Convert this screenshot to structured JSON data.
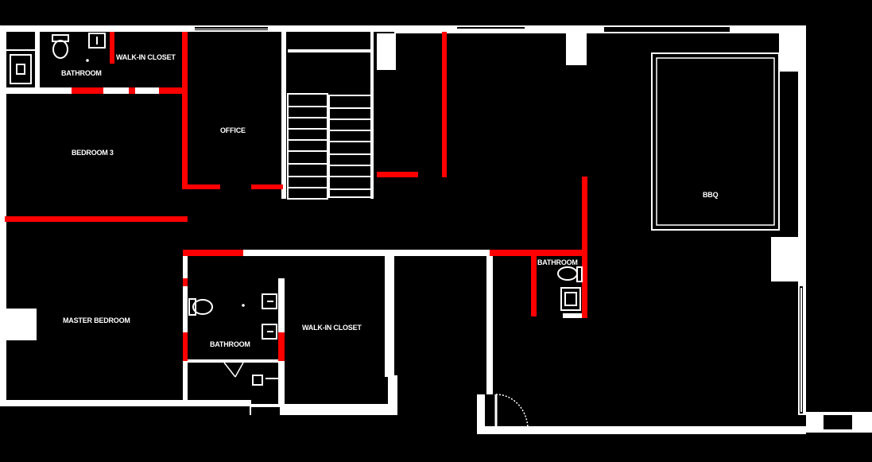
{
  "colors": {
    "background": "#000000",
    "wall": "#ffffff",
    "new_wall": "#ff0000",
    "label": "#ffffff"
  },
  "labels": {
    "bathroom_top": "BATHROOM",
    "walk_in_closet_top": "WALK-IN CLOSET",
    "office": "OFFICE",
    "bedroom_3": "BEDROOM 3",
    "bbq": "BBQ",
    "bathroom_right": "BATHROOM",
    "master_bedroom": "MASTER BEDROOM",
    "bathroom_master": "BATHROOM",
    "walk_in_closet_master": "WALK-IN CLOSET"
  },
  "icons": {
    "toilet": "toilet-icon",
    "sink": "sink-icon",
    "door_swing": "door-swing-icon",
    "stairs": "staircase-icon",
    "grill_area": "bbq-area-icon"
  }
}
